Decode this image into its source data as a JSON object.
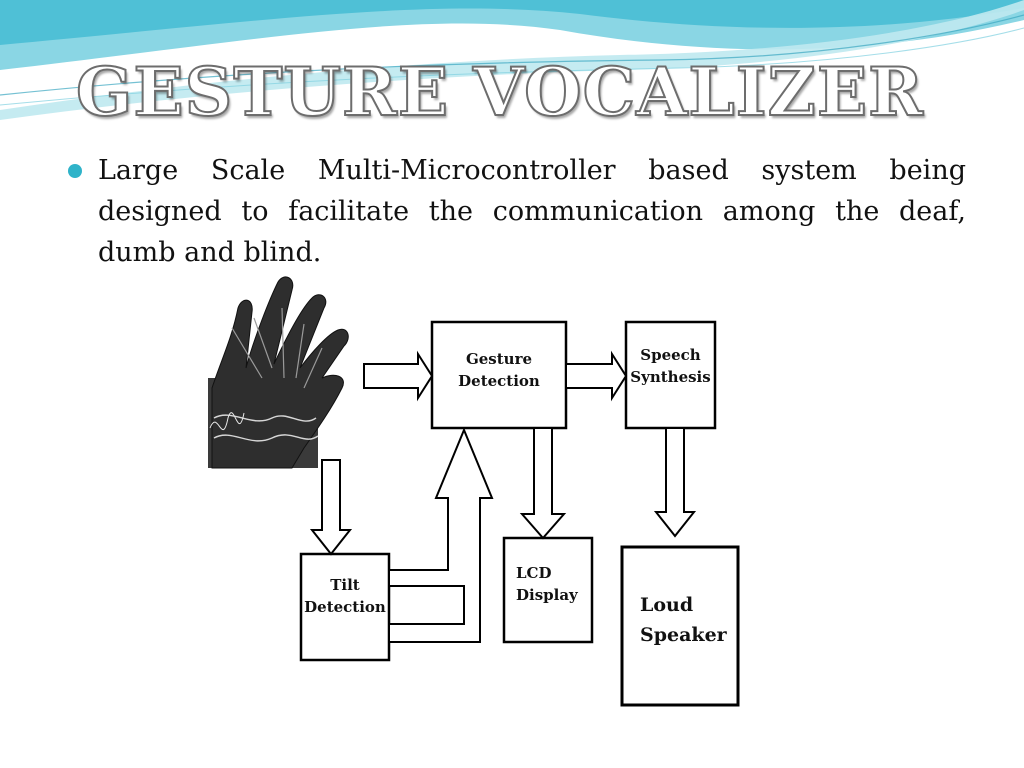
{
  "slide": {
    "title": "GESTURE VOCALIZER",
    "bullet": "Large Scale Multi-Microcontroller based system being designed to facilitate the communication among the deaf, dumb and blind."
  },
  "diagram": {
    "boxes": {
      "gesture_detection": "Gesture Detection",
      "speech_synthesis": "Speech Synthesis",
      "tilt_detection": "Tilt Detection",
      "lcd_display": "LCD Display",
      "loud_speaker": "Loud Speaker"
    },
    "image": "glove-hand-image"
  },
  "colors": {
    "accent": "#2fb3c9",
    "wave_light": "#bfe9f0",
    "wave_mid": "#6fcfe0"
  }
}
